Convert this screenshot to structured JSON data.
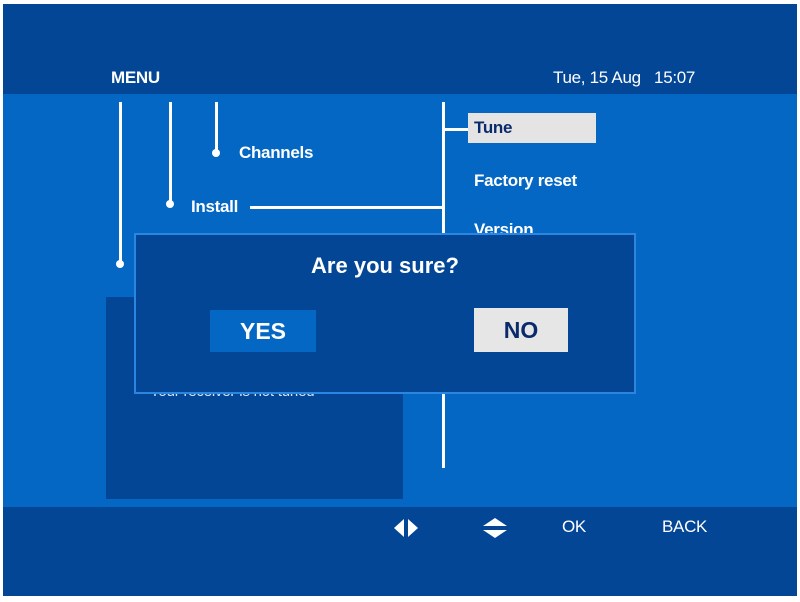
{
  "header": {
    "title": "MENU",
    "date": "Tue, 15 Aug",
    "time": "15:07"
  },
  "tree": {
    "channels_label": "Channels",
    "install_label": "Install"
  },
  "submenu": {
    "items": [
      "Tune",
      "Factory reset",
      "Version"
    ],
    "selected_index": 0
  },
  "info": {
    "message": "Your receiver is not tuned"
  },
  "dialog": {
    "question": "Are you sure?",
    "yes_label": "YES",
    "no_label": "NO",
    "focused": "NO"
  },
  "footer": {
    "left_right_icon": "left-right-arrows-icon",
    "up_down_icon": "up-down-arrows-icon",
    "ok_label": "OK",
    "back_label": "BACK"
  },
  "colors": {
    "dark_blue": "#034696",
    "mid_blue": "#0467c3",
    "highlight": "#e4e4e4",
    "dialog_border": "#2a86e0"
  }
}
